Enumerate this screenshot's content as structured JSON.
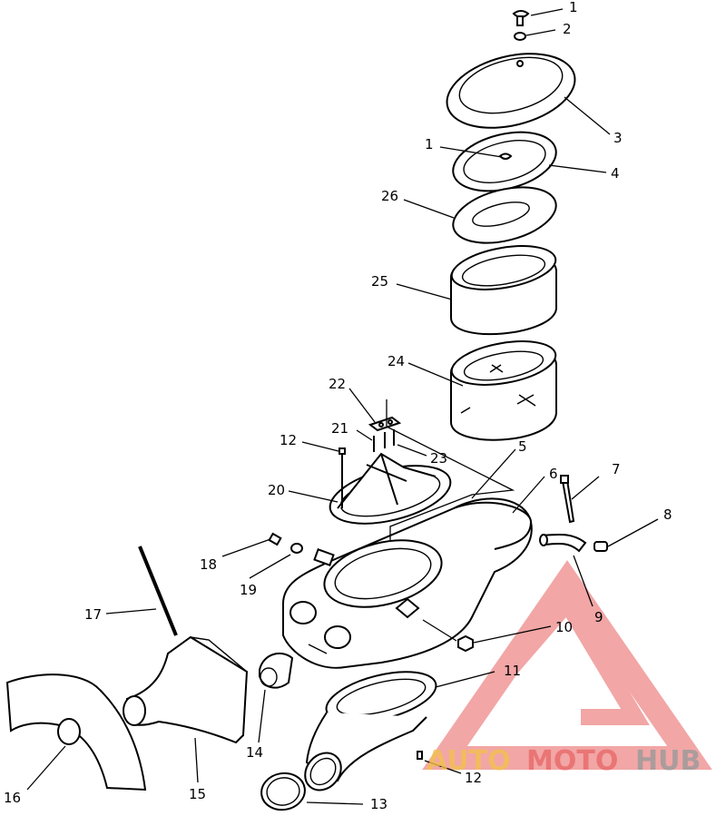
{
  "diagram": {
    "callouts": [
      {
        "id": "c1a",
        "label": "1"
      },
      {
        "id": "c2",
        "label": "2"
      },
      {
        "id": "c3",
        "label": "3"
      },
      {
        "id": "c1b",
        "label": "1"
      },
      {
        "id": "c4",
        "label": "4"
      },
      {
        "id": "c26",
        "label": "26"
      },
      {
        "id": "c25",
        "label": "25"
      },
      {
        "id": "c24",
        "label": "24"
      },
      {
        "id": "c22",
        "label": "22"
      },
      {
        "id": "c21",
        "label": "21"
      },
      {
        "id": "c12a",
        "label": "12"
      },
      {
        "id": "c23",
        "label": "23"
      },
      {
        "id": "c5",
        "label": "5"
      },
      {
        "id": "c7",
        "label": "7"
      },
      {
        "id": "c6",
        "label": "6"
      },
      {
        "id": "c20",
        "label": "20"
      },
      {
        "id": "c8",
        "label": "8"
      },
      {
        "id": "c18",
        "label": "18"
      },
      {
        "id": "c19",
        "label": "19"
      },
      {
        "id": "c9",
        "label": "9"
      },
      {
        "id": "c17",
        "label": "17"
      },
      {
        "id": "c10",
        "label": "10"
      },
      {
        "id": "c11",
        "label": "11"
      },
      {
        "id": "c16",
        "label": "16"
      },
      {
        "id": "c15",
        "label": "15"
      },
      {
        "id": "c14",
        "label": "14"
      },
      {
        "id": "c12b",
        "label": "12"
      },
      {
        "id": "c13",
        "label": "13"
      }
    ]
  },
  "watermark": {
    "part1": "AUTO",
    "part2": "MOTO",
    "part3": "HUB",
    "colors": {
      "auto": "#f2c14e",
      "moto": "#e96a6a",
      "hub": "#9a9a9a",
      "triangle": "#e85f5f"
    }
  }
}
